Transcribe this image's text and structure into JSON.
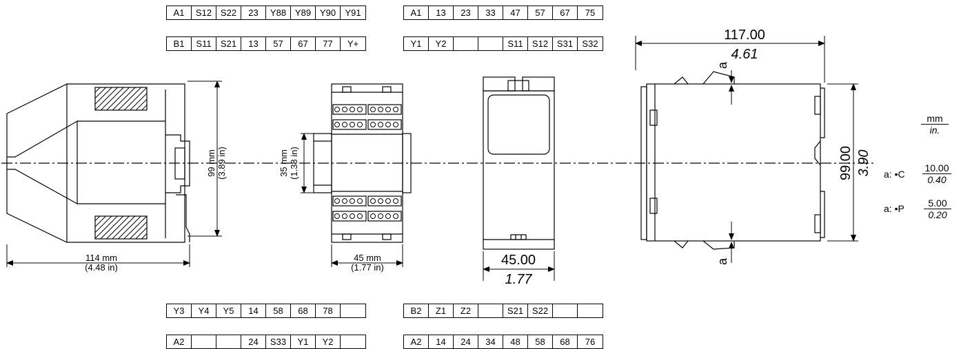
{
  "terminal_strips": {
    "top_row1_left": [
      "A1",
      "S12",
      "S22",
      "23",
      "Y88",
      "Y89",
      "Y90",
      "Y91"
    ],
    "top_row1_right": [
      "A1",
      "13",
      "23",
      "33",
      "47",
      "57",
      "67",
      "75"
    ],
    "top_row2_left": [
      "B1",
      "S11",
      "S21",
      "13",
      "57",
      "67",
      "77",
      "Y+"
    ],
    "top_row2_right": [
      "Y1",
      "Y2",
      "",
      "",
      "S11",
      "S12",
      "S31",
      "S32"
    ],
    "bot_row1_left": [
      "Y3",
      "Y4",
      "Y5",
      "14",
      "58",
      "68",
      "78",
      ""
    ],
    "bot_row1_right": [
      "B2",
      "Z1",
      "Z2",
      "",
      "S21",
      "S22",
      "",
      ""
    ],
    "bot_row2_left": [
      "A2",
      "",
      "",
      "24",
      "S33",
      "Y1",
      "Y2",
      ""
    ],
    "bot_row2_right": [
      "A2",
      "14",
      "24",
      "34",
      "48",
      "58",
      "68",
      "76"
    ]
  },
  "dimensions": {
    "side_height_mm": "99 mm",
    "side_height_in": "(3.89 in)",
    "side_depth_mm": "114 mm",
    "side_depth_in": "(4.48 in)",
    "front_rail_mm": "35 mm",
    "front_rail_in": "(1.38 in)",
    "front_width_mm": "45 mm",
    "front_width_in": "(1.77 in)",
    "view3_width_mm": "45.00",
    "view3_width_in": "1.77",
    "view4_depth_mm": "117.00",
    "view4_depth_in": "4.61",
    "view4_height_mm": "99.00",
    "view4_height_in": "3.90",
    "clearance_letter": "a"
  },
  "legend": {
    "unit_mm": "mm",
    "unit_in": "in.",
    "c_label": "a:  •C",
    "c_mm": "10.00",
    "c_in": "0.40",
    "p_label": "a:  •P",
    "p_mm": "5.00",
    "p_in": "0.20"
  }
}
